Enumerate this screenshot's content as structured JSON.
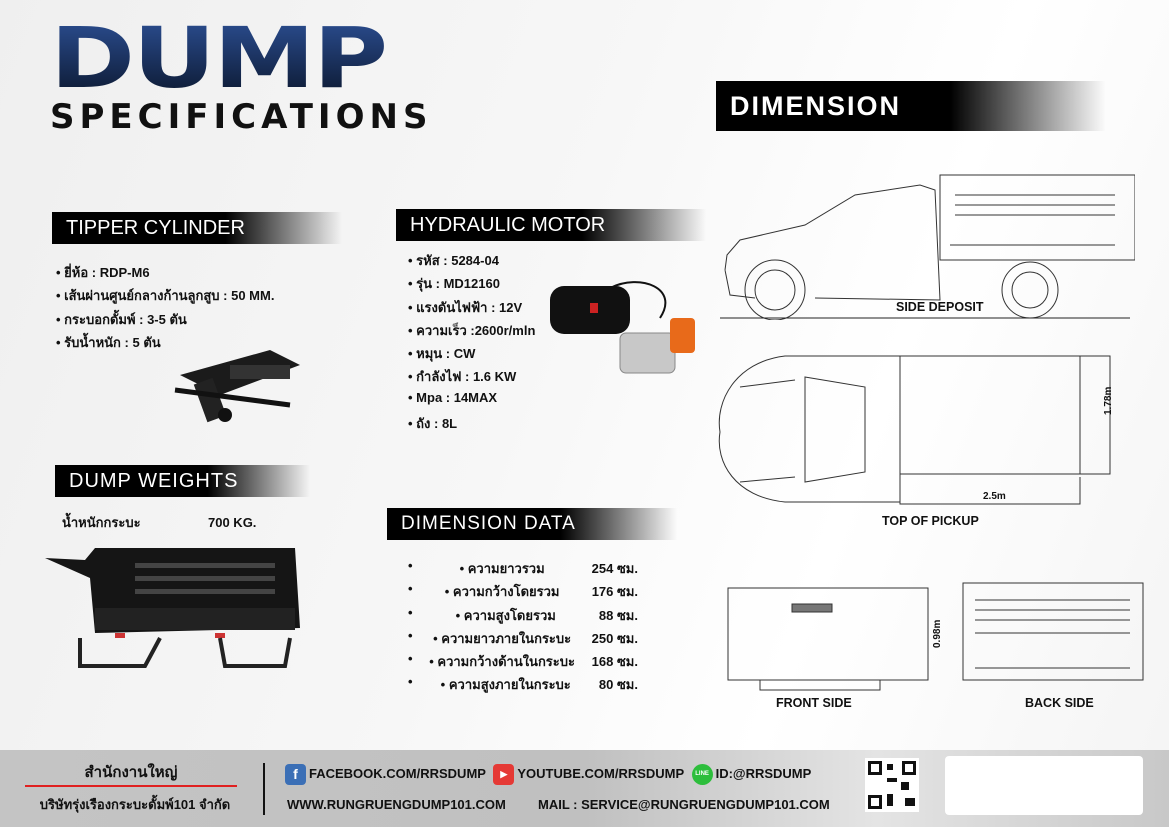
{
  "logo": {
    "title": "DUMP",
    "subtitle": "SPECIFICATIONS"
  },
  "tipper": {
    "title": "TIPPER CYLINDER",
    "items": [
      "ยี่ห้อ : RDP-M6",
      "เส้นผ่านศูนย์กลางก้านลูกสูบ : 50 MM.",
      "กระบอกดั้มพ์ : 3-5 ตัน",
      "รับน้ำหนัก :  5 ตัน"
    ]
  },
  "weights": {
    "title": "DUMP WEIGHTS",
    "label": "น้ำหนักกระบะ",
    "value": "700 KG."
  },
  "motor": {
    "title": "HYDRAULIC MOTOR",
    "items": [
      "รหัส : 5284-04",
      "รุ่น : MD12160",
      "แรงดันไฟฟ้า : 12V",
      "ความเร็ว :2600r/mln",
      "หมุน : CW",
      "กำลังไฟ : 1.6 KW",
      "Mpa : 14MAX",
      "ถัง : 8L"
    ]
  },
  "dimdata": {
    "title": "DIMENSION  DATA",
    "rows": [
      {
        "label": "ความยาวรวม",
        "value": "254 ซม."
      },
      {
        "label": "ความกว้างโดยรวม",
        "value": "176 ซม."
      },
      {
        "label": "ความสูงโดยรวม",
        "value": "88 ซม."
      },
      {
        "label": "ความยาวภายในกระบะ",
        "value": "250 ซม."
      },
      {
        "label": "ความกว้างด้านในกระบะ",
        "value": "168 ซม."
      },
      {
        "label": "ความสูงภายในกระบะ",
        "value": "80 ซม."
      }
    ]
  },
  "dimension": {
    "title": "DIMENSION",
    "side": "SIDE DEPOSIT",
    "top": "TOP OF PICKUP",
    "width": "1.78m",
    "length": "2.5m",
    "height": "0.98m",
    "front": "FRONT SIDE",
    "back": "BACK SIDE"
  },
  "footer": {
    "office": "สำนักงานใหญ่",
    "company": "บริษัทรุ่งเรืองกระบะดั้มพ์101 จำกัด",
    "facebook": "FACEBOOK.COM/RRSDUMP",
    "youtube": "YOUTUBE.COM/RRSDUMP",
    "line": "ID:@RRSDUMP",
    "web": "WWW.RUNGRUENGDUMP101.COM",
    "mail": "MAIL : SERVICE@RUNGRUENGDUMP101.COM",
    "line_icon": "LINE"
  },
  "colors": {
    "facebook": "#3b6fb6",
    "youtube": "#e53935",
    "line": "#2dbe3c",
    "accent": "#e02020"
  }
}
